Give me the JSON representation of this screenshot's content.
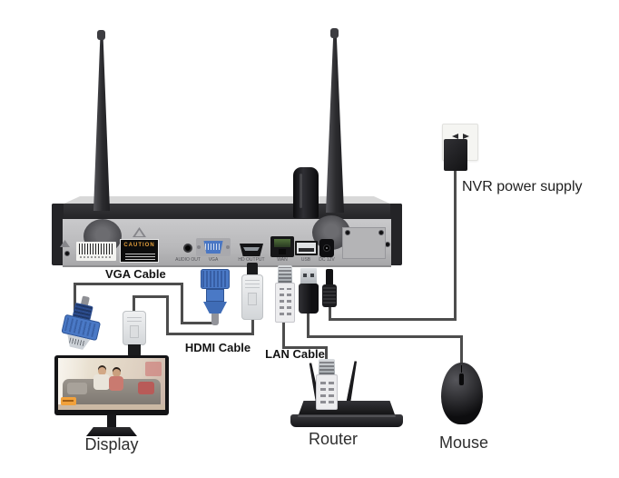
{
  "diagram": {
    "cable_labels": {
      "vga": "VGA Cable",
      "hdmi": "HDMI Cable",
      "lan": "LAN Cable"
    },
    "device_labels": {
      "power": "NVR power supply",
      "display": "Display",
      "router": "Router",
      "mouse": "Mouse"
    },
    "nvr": {
      "caution_text": "CAUTION",
      "port_labels": [
        "AUDIO OUT",
        "VGA",
        "HD OUTPUT",
        "WAN",
        "USB",
        "DC 12V"
      ]
    },
    "colors": {
      "vga_blue": "#4a79c6",
      "wire_gray": "#4d4d4d",
      "caution_orange": "#e8a23c"
    }
  }
}
